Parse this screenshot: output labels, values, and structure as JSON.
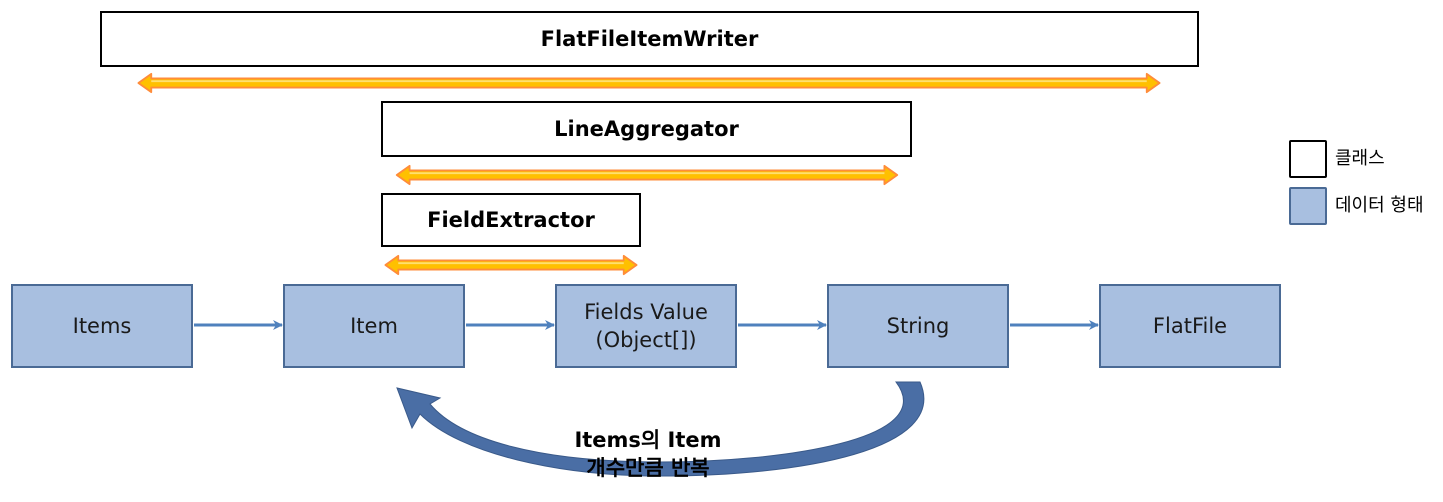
{
  "classes": {
    "writer": "FlatFileItemWriter",
    "aggregator": "LineAggregator",
    "extractor": "FieldExtractor"
  },
  "flow": {
    "items": "Items",
    "item": "Item",
    "fields_line1": "Fields Value",
    "fields_line2": "(Object[])",
    "string": "String",
    "flatfile": "FlatFile"
  },
  "loop": {
    "line1": "Items의 Item",
    "line2": "개수만큼 반복"
  },
  "legend": {
    "class_label": "클래스",
    "data_label": "데이터 형태"
  },
  "colors": {
    "class_fill": "#ffffff",
    "class_border": "#000000",
    "data_fill": "#a8bfe0",
    "data_border": "#4a6a95",
    "flow_arrow": "#4f81bd",
    "range_arrow_fill": "#ffc000",
    "range_arrow_outline": "#ff8c3a",
    "loop_arrow": "#4a6ea5"
  }
}
